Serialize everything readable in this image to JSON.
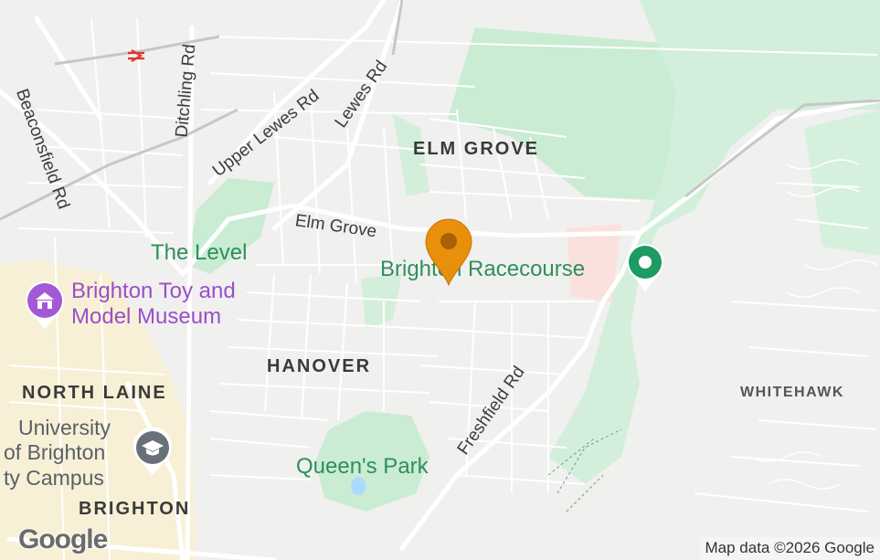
{
  "map": {
    "areas": {
      "elm_grove": "ELM GROVE",
      "hanover": "HANOVER",
      "north_laine": "NORTH LAINE",
      "whitehawk": "WHITEHAWK",
      "brighton": "BRIGHTON"
    },
    "roads": {
      "beaconsfield": "Beaconsfield Rd",
      "ditchling": "Ditchling Rd",
      "upper_lewes": "Upper Lewes Rd",
      "lewes": "Lewes Rd",
      "elm_grove": "Elm Grove",
      "freshfield": "Freshfield Rd"
    },
    "places": {
      "the_level": "The Level",
      "racecourse": "Brighton Racecourse",
      "toy_museum_line1": "Brighton Toy and",
      "toy_museum_line2": "Model Museum",
      "university_line1": "University",
      "university_line2": "of Brighton",
      "university_line3": "ty Campus",
      "queens_park": "Queen's Park"
    },
    "icons": {
      "station": "rail-station-icon",
      "museum": "museum-icon",
      "university": "graduation-cap-icon",
      "racecourse": "park-poi-icon",
      "marker": "location-marker-icon"
    },
    "colors": {
      "marker": "#e8900c",
      "park": "#2f8f5b",
      "museum": "#9b4fc9",
      "green_area": "#c9ecd3"
    }
  },
  "branding": {
    "logo": "Google",
    "attribution": "Map data ©2026 Google"
  }
}
